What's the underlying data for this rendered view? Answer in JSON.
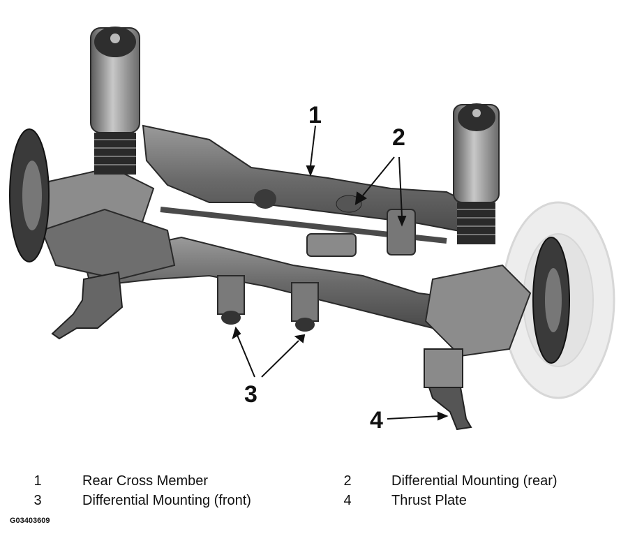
{
  "callouts": [
    {
      "number": "1"
    },
    {
      "number": "2"
    },
    {
      "number": "3"
    },
    {
      "number": "4"
    }
  ],
  "legend": [
    {
      "number": "1",
      "label": "Rear Cross Member"
    },
    {
      "number": "2",
      "label": "Differential Mounting (rear)"
    },
    {
      "number": "3",
      "label": "Differential Mounting (front)"
    },
    {
      "number": "4",
      "label": "Thrust Plate"
    }
  ],
  "figure_id": "G03403609",
  "colors": {
    "part_dark": "#4a4a4a",
    "part_mid": "#7a7a7a",
    "part_light": "#b4b4b4",
    "wheel_ghost": "#d6d6d6",
    "text": "#111111"
  }
}
